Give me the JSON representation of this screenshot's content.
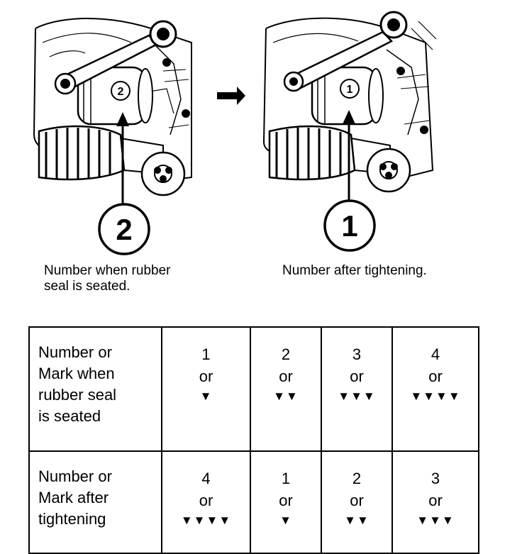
{
  "captions": {
    "left_line1": "Number when rubber",
    "left_line2": "seal is seated.",
    "right": "Number after tightening."
  },
  "callouts": {
    "left": "2",
    "right": "1"
  },
  "table": {
    "rows": [
      {
        "header": [
          "Number or",
          "Mark when",
          "rubber seal",
          "is seated"
        ],
        "cells": [
          {
            "number": "1",
            "or": "or",
            "marks": "▼"
          },
          {
            "number": "2",
            "or": "or",
            "marks": "▼▼"
          },
          {
            "number": "3",
            "or": "or",
            "marks": "▼▼▼"
          },
          {
            "number": "4",
            "or": "or",
            "marks": "▼▼▼▼"
          }
        ]
      },
      {
        "header": [
          "Number or",
          "Mark after",
          "tightening"
        ],
        "cells": [
          {
            "number": "4",
            "or": "or",
            "marks": "▼▼▼▼"
          },
          {
            "number": "1",
            "or": "or",
            "marks": "▼"
          },
          {
            "number": "2",
            "or": "or",
            "marks": "▼▼"
          },
          {
            "number": "3",
            "or": "or",
            "marks": "▼▼▼"
          }
        ]
      }
    ]
  },
  "icons": [
    "oil-filter-illustration",
    "wrench-icon",
    "arrow-right-icon"
  ]
}
